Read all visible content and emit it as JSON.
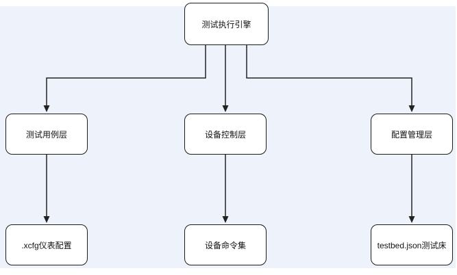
{
  "diagram": {
    "background_color": "#eef2fb",
    "nodes": {
      "root": {
        "label": "测试执行引擎"
      },
      "test_case_layer": {
        "label": "测试用例层"
      },
      "device_control_layer": {
        "label": "设备控制层"
      },
      "config_mgmt_layer": {
        "label": "配置管理层"
      },
      "xcfg_config": {
        "label": ".xcfg仪表配置"
      },
      "device_command_set": {
        "label": "设备命令集"
      },
      "testbed_json": {
        "label": "testbed.json测试床"
      }
    },
    "edges": [
      {
        "from": "root",
        "to": "test_case_layer"
      },
      {
        "from": "root",
        "to": "device_control_layer"
      },
      {
        "from": "root",
        "to": "config_mgmt_layer"
      },
      {
        "from": "test_case_layer",
        "to": "xcfg_config"
      },
      {
        "from": "device_control_layer",
        "to": "device_command_set"
      },
      {
        "from": "config_mgmt_layer",
        "to": "testbed_json"
      }
    ]
  }
}
